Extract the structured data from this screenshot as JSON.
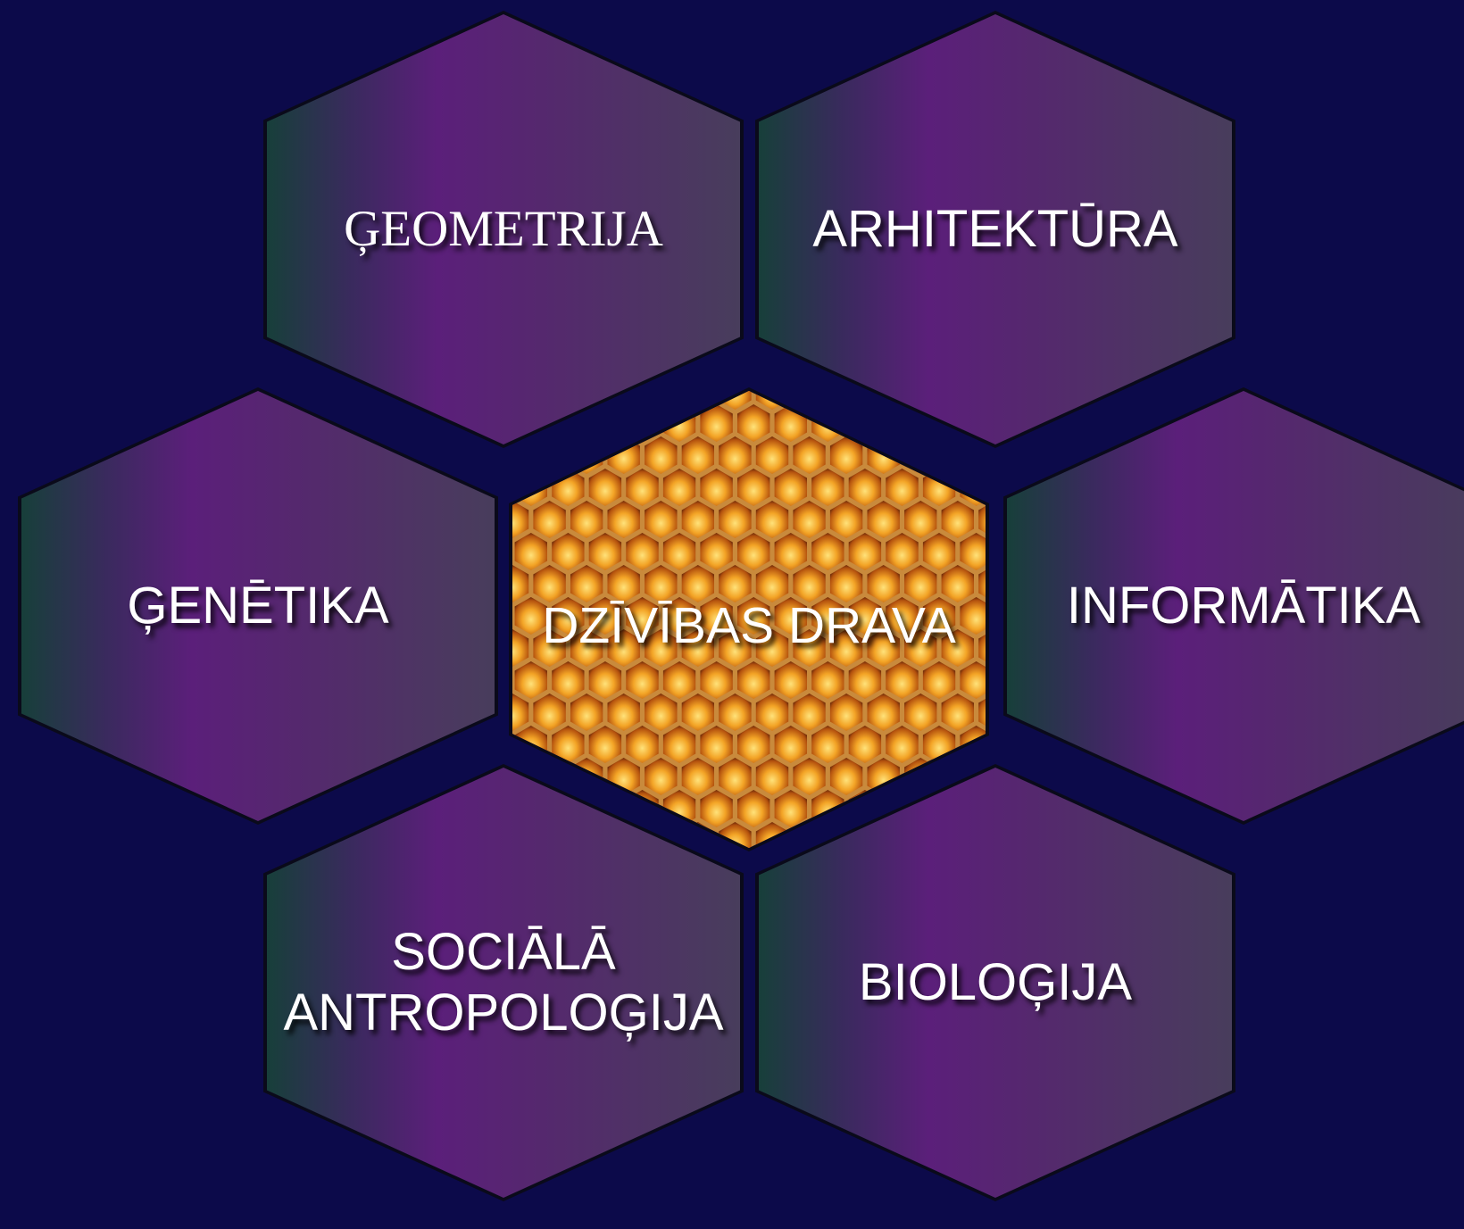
{
  "diagram": {
    "center": {
      "label": "DZĪVĪBAS DRAVA"
    },
    "nodes": [
      {
        "id": "geometrija",
        "label": "ĢEOMETRIJA"
      },
      {
        "id": "arhitektura",
        "label": "ARHITEKTŪRA"
      },
      {
        "id": "genetika",
        "label": "ĢENĒTIKA"
      },
      {
        "id": "informatika",
        "label": "INFORMĀTIKA"
      },
      {
        "id": "sociala",
        "label": "SOCIĀLĀ\nANTROPOLOĢIJA"
      },
      {
        "id": "biologija",
        "label": "BIOLOĢIJA"
      }
    ]
  },
  "colors": {
    "background": "#0c0a4a",
    "hex_purple": "#5b1f7a",
    "hex_green": "#173f3a",
    "honey": "#f5b23a"
  }
}
